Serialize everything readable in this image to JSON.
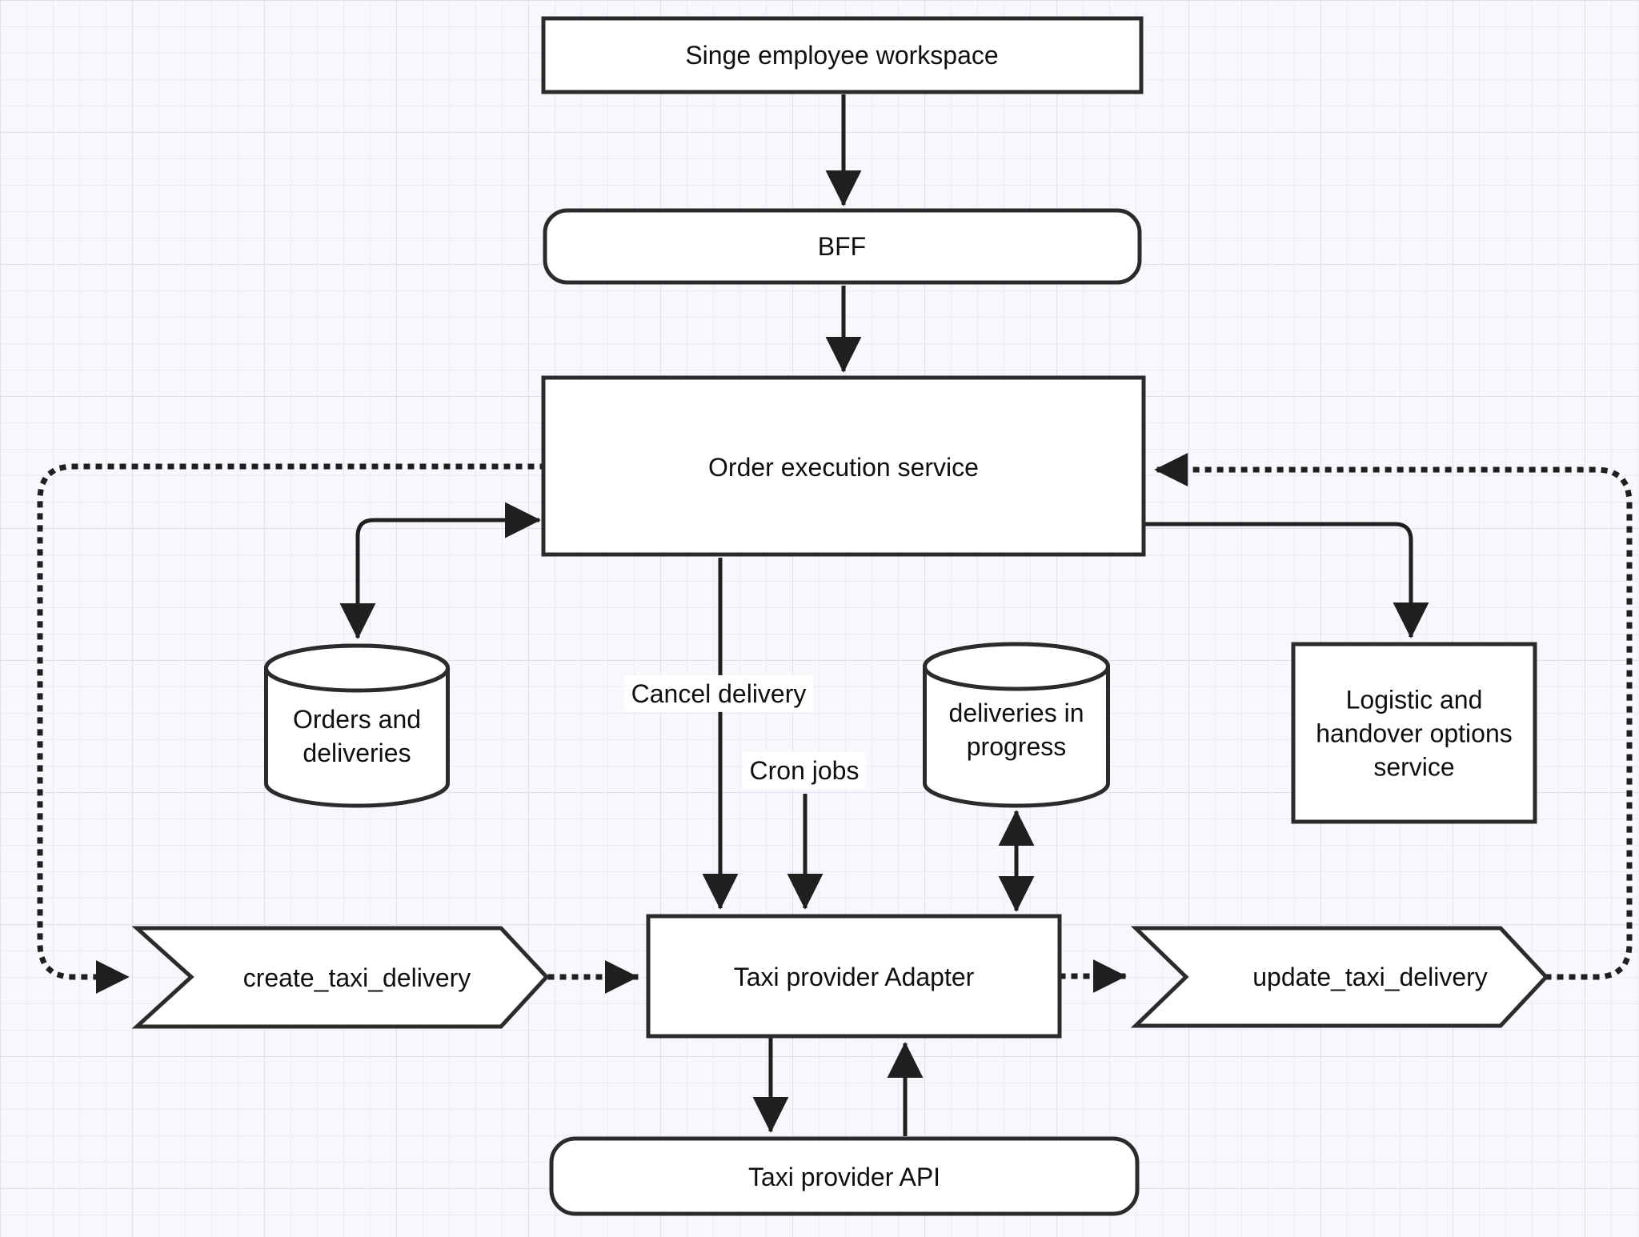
{
  "diagram": {
    "background_color": "#f8f8fc",
    "grid_minor_color": "#ebebf7",
    "grid_major_color": "#dfdff0",
    "node_fill_color": "#ffffff",
    "stroke_color": "#1f1f1f",
    "text_color": "#0f0f0f",
    "nodes": {
      "workspace": {
        "label": "Singe employee workspace",
        "shape": "rectangle"
      },
      "bff": {
        "label": "BFF",
        "shape": "rounded-rectangle"
      },
      "order_execution": {
        "label": "Order execution service",
        "shape": "rectangle"
      },
      "orders_db": {
        "label": "Orders and deliveries",
        "shape": "cylinder"
      },
      "deliveries_db": {
        "label": "deliveries in progress",
        "shape": "cylinder"
      },
      "logistic": {
        "label": "Logistic and handover options service",
        "shape": "rectangle"
      },
      "create_delivery": {
        "label": "create_taxi_delivery",
        "shape": "chevron-step"
      },
      "adapter": {
        "label": "Taxi provider Adapter",
        "shape": "rectangle"
      },
      "update_delivery": {
        "label": "update_taxi_delivery",
        "shape": "chevron-step"
      },
      "api": {
        "label": "Taxi provider API",
        "shape": "rounded-rectangle"
      }
    },
    "edge_labels": {
      "cancel_delivery": {
        "label": "Cancel delivery"
      },
      "cron_jobs": {
        "label": "Cron jobs"
      }
    }
  }
}
